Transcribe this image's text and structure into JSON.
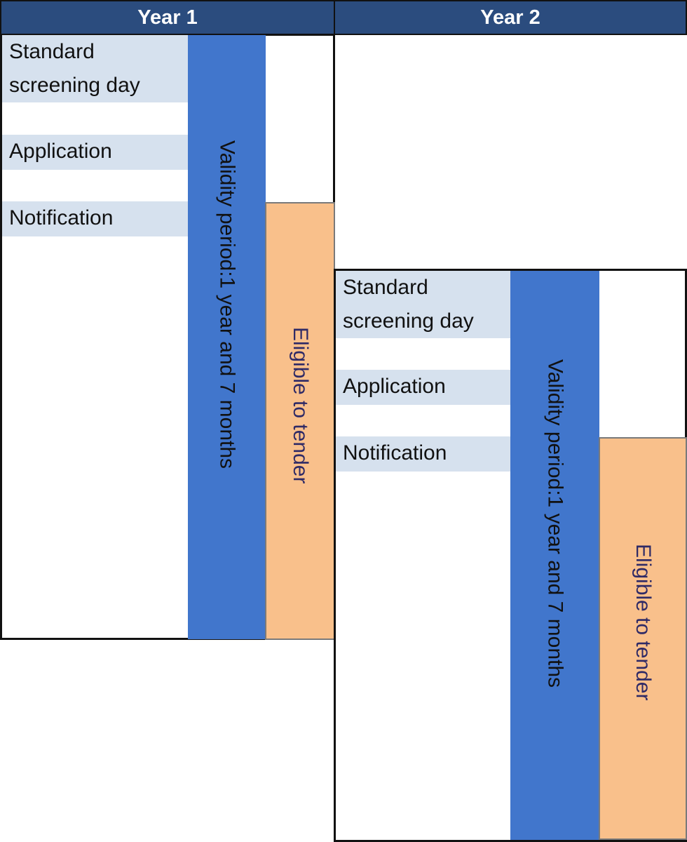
{
  "years": [
    {
      "header": "Year 1",
      "labels": {
        "screening": "Standard\nscreening day",
        "application": "Application",
        "notification": "Notification"
      },
      "validity": "Validity period:1 year and 7 months",
      "eligible": "Eligible to tender"
    },
    {
      "header": "Year 2",
      "labels": {
        "screening": "Standard\nscreening day",
        "application": "Application",
        "notification": "Notification"
      },
      "validity": "Validity period:1 year and 7 months",
      "eligible": "Eligible to tender"
    }
  ],
  "colors": {
    "header_bg": "#2b4c7e",
    "label_bg": "#d6e1ee",
    "validity_bar": "#4176cc",
    "eligible_bar": "#f9c08b",
    "eligible_text": "#2f2a66"
  }
}
